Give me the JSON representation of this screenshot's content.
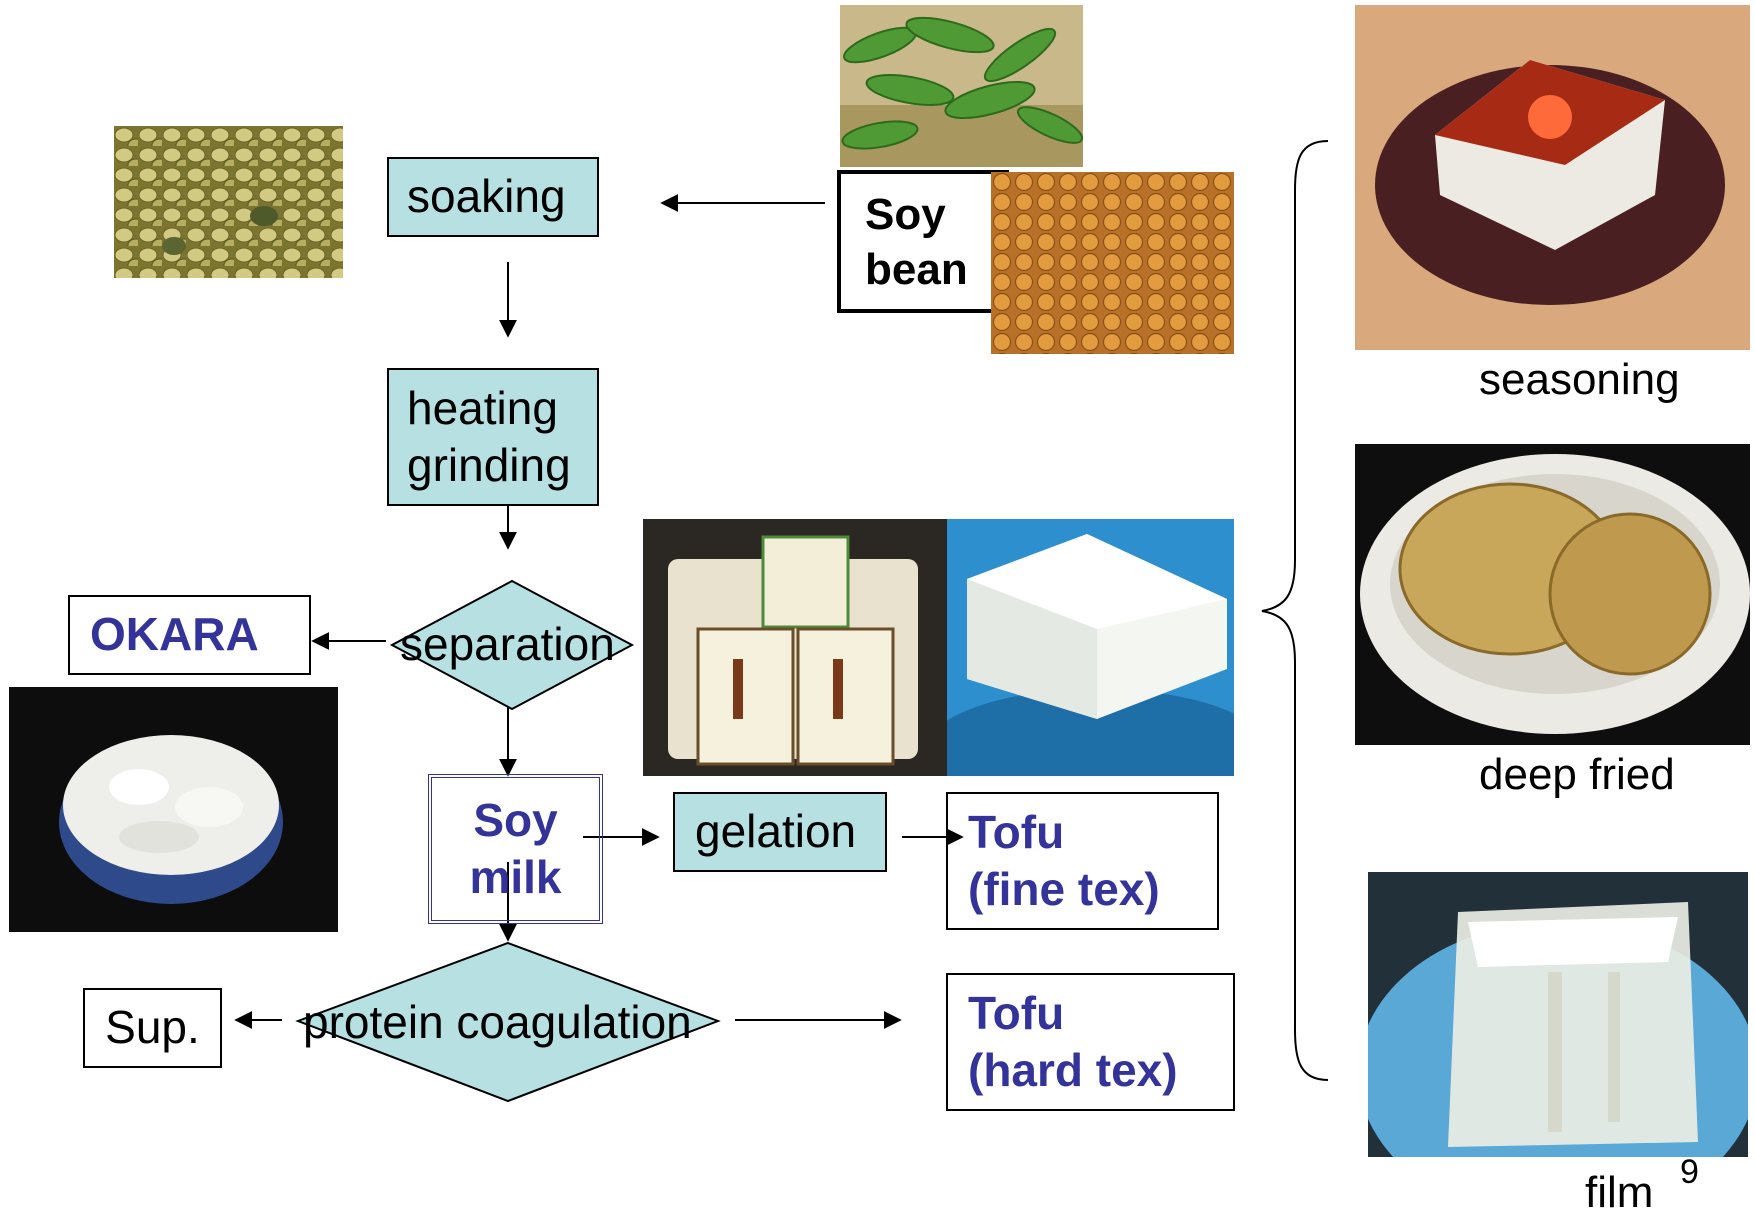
{
  "steps": {
    "soaking": "soaking",
    "heating": "heating",
    "grinding": "grinding",
    "separation": "separation",
    "protein_coagulation": "protein coagulation",
    "gelation": "gelation"
  },
  "products": {
    "soy_bean_line1": "Soy",
    "soy_bean_line2": "bean",
    "okara": "OKARA",
    "soy_milk_line1": "Soy",
    "soy_milk_line2": "milk",
    "tofu_fine_line1": "Tofu",
    "tofu_fine_line2": "(fine tex)",
    "tofu_hard_line1": "Tofu",
    "tofu_hard_line2": "(hard tex)",
    "sup": "Sup."
  },
  "dishes": {
    "seasoning": "seasoning",
    "deep_fried": "deep fried",
    "film": "film"
  },
  "page_number": "9",
  "colors": {
    "process_fill": "#b6e0e2",
    "product_text": "#33339a",
    "border": "#000000"
  }
}
